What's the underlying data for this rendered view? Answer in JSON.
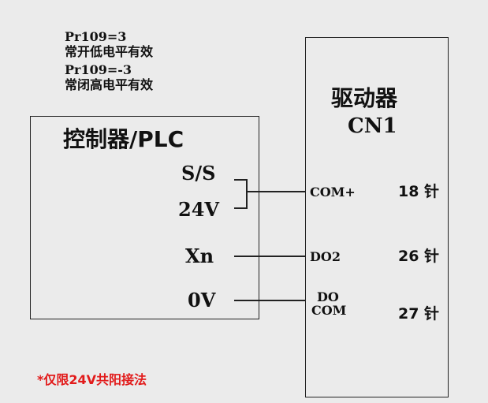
{
  "notes": {
    "line1": "Pr109=3",
    "line2": "常开低电平有效",
    "line3": "Pr109=-3",
    "line4": "常闭高电平有效"
  },
  "controller": {
    "title": "控制器/PLC",
    "pins": [
      "S/S",
      "24V",
      "Xn",
      "0V"
    ]
  },
  "driver": {
    "title_line1": "驱动器",
    "title_line2": "CN1",
    "pins": [
      {
        "name": "COM+",
        "number": "18 针"
      },
      {
        "name": "DO2",
        "number": "26 针"
      },
      {
        "name_top": "DO",
        "name_bottom": "COM",
        "number": "27 针"
      }
    ]
  },
  "footnote": {
    "text": "*仅限24V共阳接法",
    "color": "#e21b1b"
  }
}
